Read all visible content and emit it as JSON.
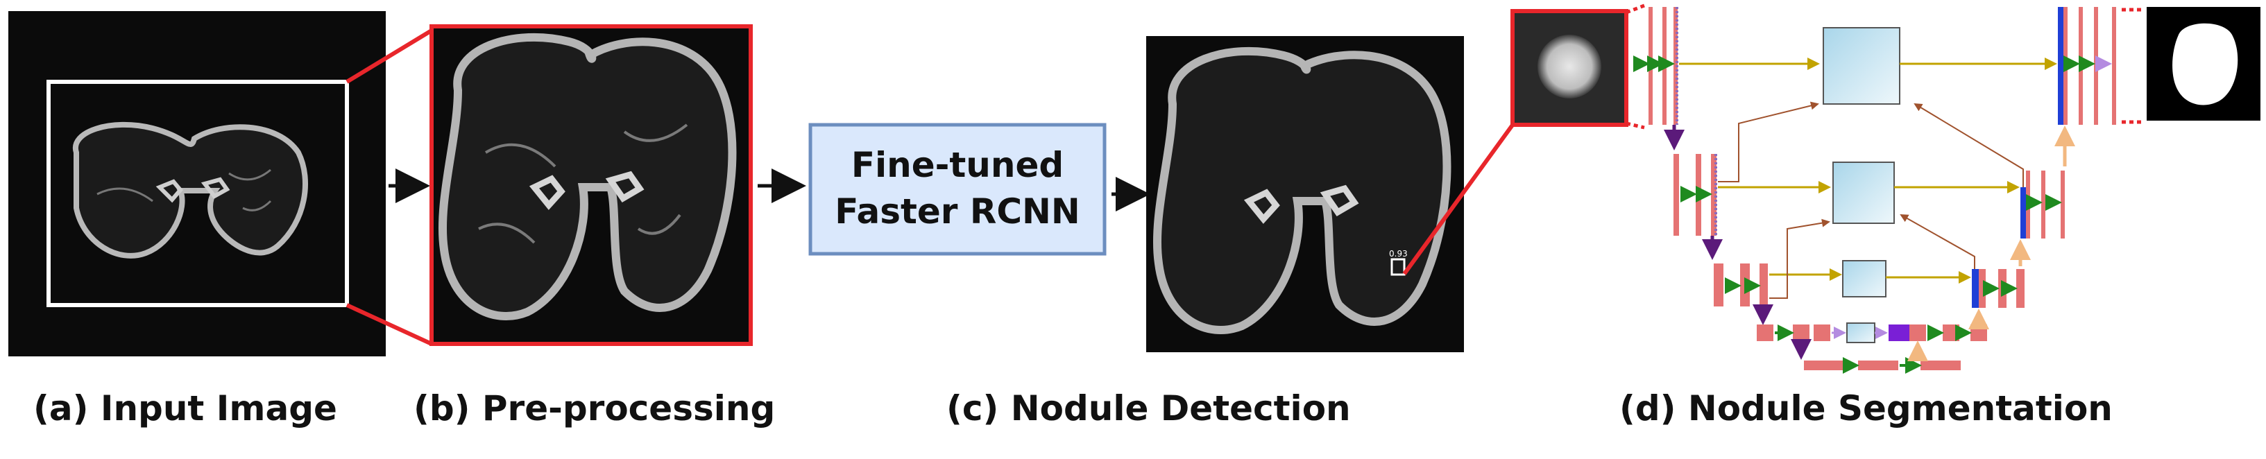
{
  "labels": {
    "input": "(a) Input Image",
    "preprocess": "(b) Pre-processing",
    "detection": "(c) Nodule Detection",
    "segmentation": "(d) Nodule Segmentation"
  },
  "model_box": {
    "line1": "Fine-tuned",
    "line2": "Faster RCNN"
  },
  "detection_score": "0.93",
  "colors": {
    "zoom_red": "#e8262b",
    "model_fill": "#dae8fc",
    "model_stroke": "#6c8ebf",
    "conv_block": "#e57373",
    "skip_arrow": "#c2a300",
    "conv_arrow": "#1f8a1f",
    "down_arrow": "#5b1a7a",
    "up_arrow": "#f2b880",
    "attention_fill": "#cfe8f3",
    "concat_blue": "#1f3fd6",
    "bottleneck_purple": "#7a1fd6"
  }
}
